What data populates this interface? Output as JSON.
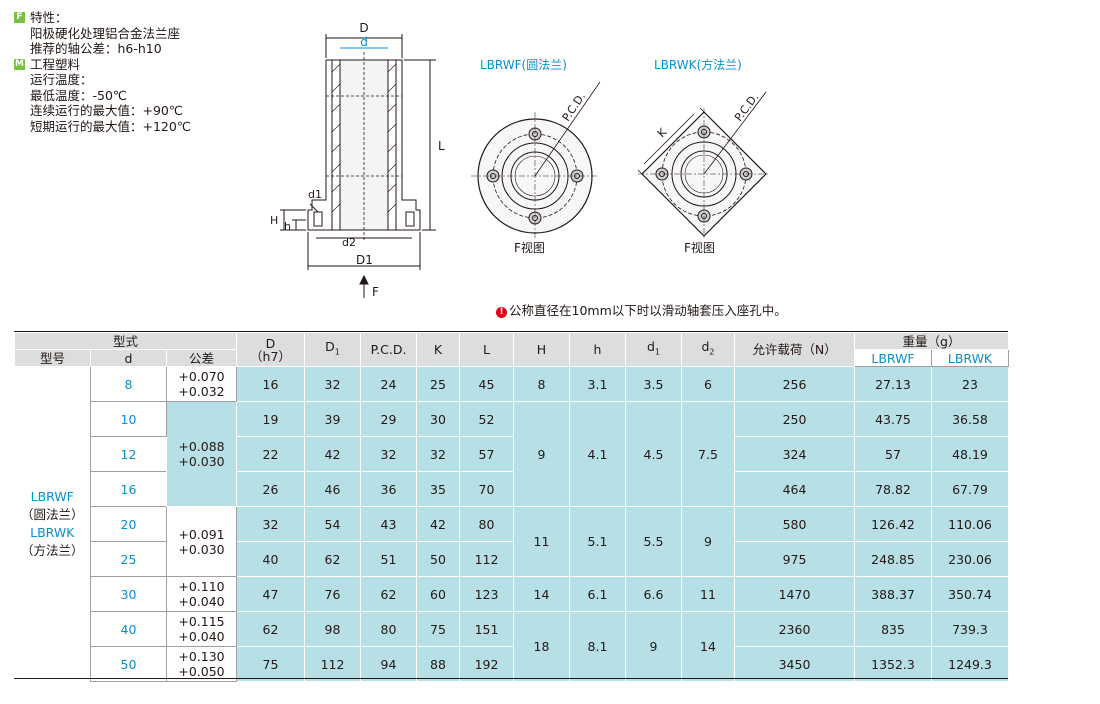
{
  "specs": {
    "f_badge": "F",
    "f_title": "特性：",
    "f_lines": [
      "阳极硬化处理铝合金法兰座",
      "推荐的轴公差：h6-h10"
    ],
    "m_badge": "M",
    "m_title": "工程塑料",
    "m_lines": [
      "运行温度：",
      "最低温度：-50℃",
      "连续运行的最大值：+90℃",
      "短期运行的最大值：+120℃"
    ]
  },
  "drawing": {
    "label_D": "D",
    "label_d": "d",
    "label_L": "L",
    "label_d1": "d1",
    "label_H": "H",
    "label_h": "h",
    "label_d2": "d2",
    "label_D1": "D1",
    "label_F": "F",
    "round_title": "LBRWF(圆法兰)",
    "square_title": "LBRWK(方法兰)",
    "label_pcd": "P.C.D.",
    "label_K": "K",
    "view_round": "F视图",
    "view_square": "F视图"
  },
  "note": {
    "icon": "!",
    "text": "公称直径在10mm以下时以滑动轴套压入座孔中。"
  },
  "table": {
    "header": {
      "type_group": "型式",
      "model": "型号",
      "d": "d",
      "tol": "公差",
      "D": "D",
      "D_sub": "（h7）",
      "D1": "D",
      "D1_sub": "1",
      "pcd": "P.C.D.",
      "K": "K",
      "L": "L",
      "H": "H",
      "h": "h",
      "d1": "d",
      "d1_sub": "1",
      "d2": "d",
      "d2_sub": "2",
      "load": "允许载荷（N）",
      "weight": "重量（g）",
      "w_f": "LBRWF",
      "w_k": "LBRWK"
    },
    "model_lines": [
      "LBRWF",
      "（圆法兰）",
      "LBRWK",
      "（方法兰）"
    ],
    "rows": [
      {
        "d": "8",
        "tol": [
          "+0.070",
          "+0.032"
        ],
        "D": "16",
        "D1": "32",
        "pcd": "24",
        "K": "25",
        "L": "45",
        "H": "8",
        "h": "3.1",
        "d1": "3.5",
        "d2": "6",
        "load": "256",
        "wf": "27.13",
        "wk": "23"
      },
      {
        "d": "10",
        "tol": [
          "+0.088",
          "+0.030"
        ],
        "D": "19",
        "D1": "39",
        "pcd": "29",
        "K": "30",
        "L": "52",
        "H": "9",
        "h": "4.1",
        "d1": "4.5",
        "d2": "7.5",
        "load": "250",
        "wf": "43.75",
        "wk": "36.58"
      },
      {
        "d": "12",
        "D": "22",
        "D1": "42",
        "pcd": "32",
        "K": "32",
        "L": "57",
        "load": "324",
        "wf": "57",
        "wk": "48.19"
      },
      {
        "d": "16",
        "D": "26",
        "D1": "46",
        "pcd": "36",
        "K": "35",
        "L": "70",
        "load": "464",
        "wf": "78.82",
        "wk": "67.79"
      },
      {
        "d": "20",
        "tol": [
          "+0.091",
          "+0.030"
        ],
        "D": "32",
        "D1": "54",
        "pcd": "43",
        "K": "42",
        "L": "80",
        "H": "11",
        "h": "5.1",
        "d1": "5.5",
        "d2": "9",
        "load": "580",
        "wf": "126.42",
        "wk": "110.06"
      },
      {
        "d": "25",
        "D": "40",
        "D1": "62",
        "pcd": "51",
        "K": "50",
        "L": "112",
        "load": "975",
        "wf": "248.85",
        "wk": "230.06"
      },
      {
        "d": "30",
        "tol": [
          "+0.110",
          "+0.040"
        ],
        "D": "47",
        "D1": "76",
        "pcd": "62",
        "K": "60",
        "L": "123",
        "H": "14",
        "h": "6.1",
        "d1": "6.6",
        "d2": "11",
        "load": "1470",
        "wf": "388.37",
        "wk": "350.74"
      },
      {
        "d": "40",
        "tol": [
          "+0.115",
          "+0.040"
        ],
        "D": "62",
        "D1": "98",
        "pcd": "80",
        "K": "75",
        "L": "151",
        "H": "18",
        "h": "8.1",
        "d1": "9",
        "d2": "14",
        "load": "2360",
        "wf": "835",
        "wk": "739.3"
      },
      {
        "d": "50",
        "tol": [
          "+0.130",
          "+0.050"
        ],
        "D": "75",
        "D1": "112",
        "pcd": "94",
        "K": "88",
        "L": "192",
        "load": "3450",
        "wf": "1352.3",
        "wk": "1249.3"
      }
    ]
  },
  "colors": {
    "accent_blue": "#0a8fd0",
    "cell_cyan": "#b7e0e6",
    "header_gray": "#dcdddd",
    "badge_green": "#7ac143",
    "warn_red": "#e60012"
  }
}
